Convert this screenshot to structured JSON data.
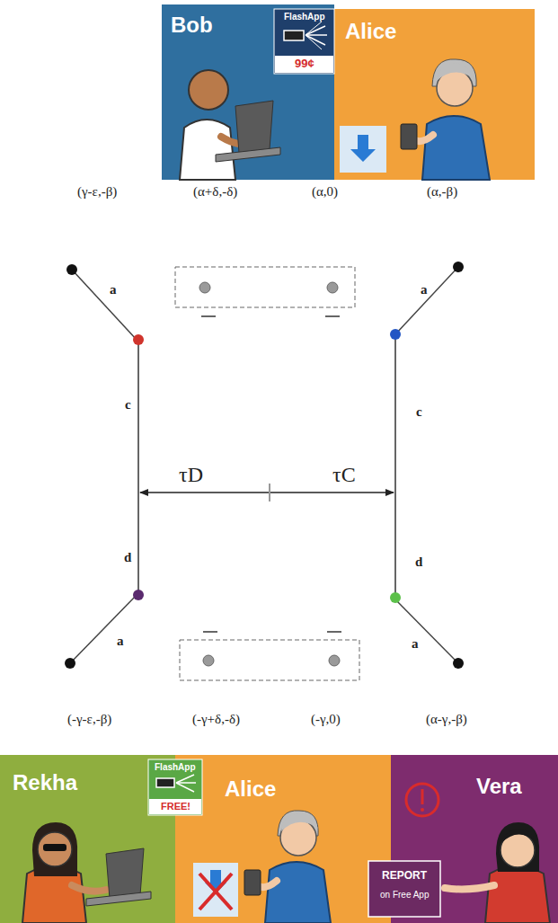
{
  "diagram": {
    "nodes": [
      {
        "text": [
          "Bob"
        ]
      },
      {
        "text": [
          "FlashApp",
          "99¢"
        ],
        "in": 0
      },
      {
        "text": [
          "Alice"
        ]
      },
      {
        "text": [
          "Rekha"
        ]
      },
      {
        "text": [
          "FlashApp",
          "FREE!"
        ],
        "in": 3
      },
      {
        "text": [
          "Alice"
        ]
      },
      {
        "text": [
          "Vera"
        ]
      },
      {
        "text": [
          "REPORT",
          "on Free App"
        ],
        "in": 6
      }
    ],
    "labels": [
      "(γ-ε,-β)",
      "(α+δ,-δ)",
      "(α,0)",
      "(α,-β)",
      "a",
      "a",
      "c",
      "c",
      "τD",
      "τC",
      "d",
      "d",
      "a",
      "a",
      "(-γ-ε,-β)",
      "(-γ+δ,-δ)",
      "(-γ,0)",
      "(α-γ,-β)"
    ]
  }
}
